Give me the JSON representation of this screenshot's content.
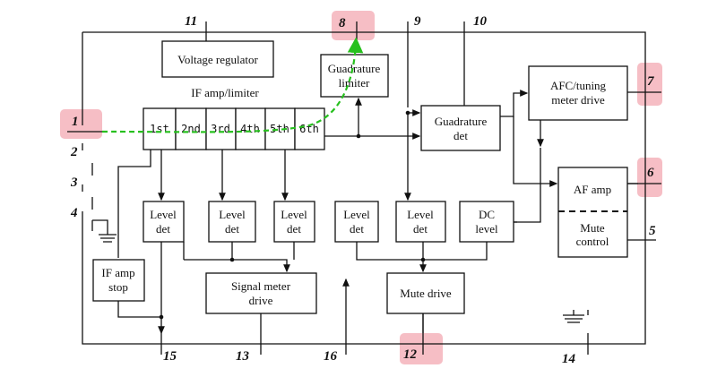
{
  "blocks": {
    "voltage_regulator": "Voltage regulator",
    "if_amp_limiter": "IF amp/limiter",
    "stages": [
      "1st",
      "2nd",
      "3rd",
      "4th",
      "5th",
      "6th"
    ],
    "quadrature_limiter": [
      "Guadrature",
      "limiter"
    ],
    "quadrature_det": [
      "Guadrature",
      "det"
    ],
    "afc_drive": [
      "AFC/tuning",
      "meter drive"
    ],
    "af_amp": "AF amp",
    "mute_control": [
      "Mute",
      "control"
    ],
    "level_det": [
      "Level",
      "det"
    ],
    "dc_level": [
      "DC",
      "level"
    ],
    "if_amp_stop": [
      "IF amp",
      "stop"
    ],
    "signal_meter_drive": [
      "Signal meter",
      "drive"
    ],
    "mute_drive": "Mute drive"
  },
  "pins": {
    "p1": "1",
    "p2": "2",
    "p3": "3",
    "p4": "4",
    "p5": "5",
    "p6": "6",
    "p7": "7",
    "p8": "8",
    "p9": "9",
    "p10": "10",
    "p11": "11",
    "p12": "12",
    "p13": "13",
    "p14": "14",
    "p15": "15",
    "p16": "16"
  },
  "highlighted_pins": [
    "1",
    "6",
    "7",
    "8",
    "12"
  ],
  "colors": {
    "highlight": "#f4b3bb",
    "signal_path": "#27c01e",
    "ink": "#111111"
  }
}
